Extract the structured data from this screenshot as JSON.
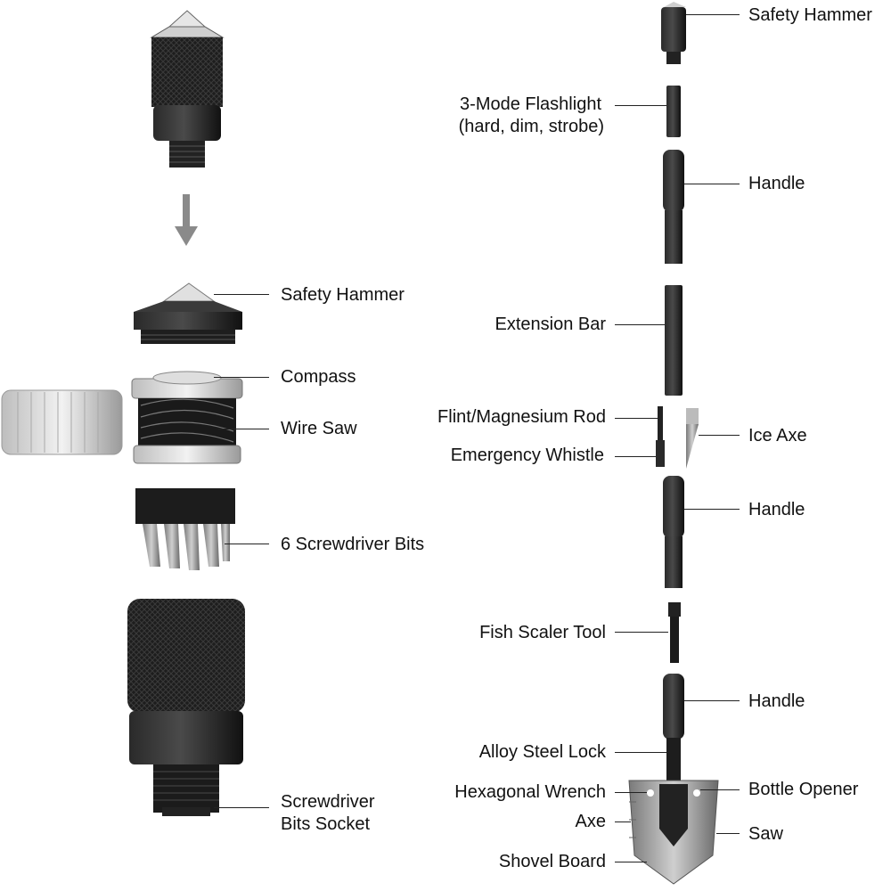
{
  "left_labels": {
    "safety_hammer": "Safety Hammer",
    "compass": "Compass",
    "wire_saw": "Wire Saw",
    "screwdriver_bits": "6 Screwdriver Bits",
    "bits_socket_line1": "Screwdriver",
    "bits_socket_line2": "Bits Socket"
  },
  "right_labels": {
    "safety_hammer": "Safety Hammer",
    "flashlight_line1": "3-Mode Flashlight",
    "flashlight_line2": "(hard, dim, strobe)",
    "handle_1": "Handle",
    "extension_bar": "Extension Bar",
    "flint_rod": "Flint/Magnesium Rod",
    "ice_axe": "Ice Axe",
    "emergency_whistle": "Emergency Whistle",
    "handle_2": "Handle",
    "fish_scaler": "Fish Scaler Tool",
    "handle_3": "Handle",
    "alloy_lock": "Alloy Steel Lock",
    "hex_wrench": "Hexagonal Wrench",
    "bottle_opener": "Bottle Opener",
    "axe": "Axe",
    "saw": "Saw",
    "shovel_board": "Shovel Board"
  }
}
